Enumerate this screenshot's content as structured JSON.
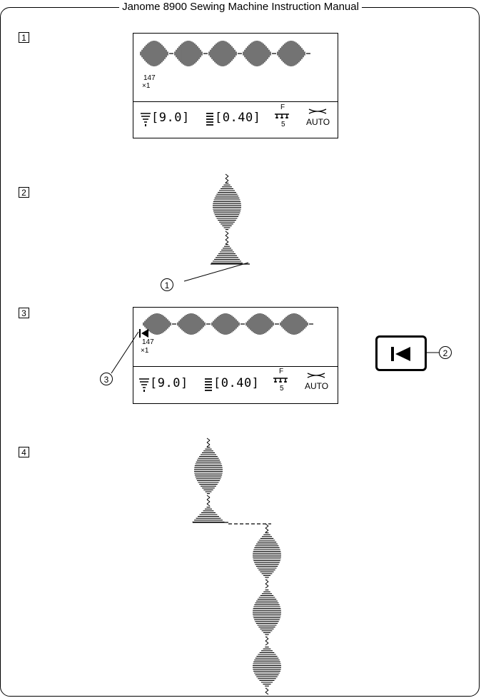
{
  "header": {
    "title": "Janome 8900 Sewing Machine Instruction Manual"
  },
  "steps": [
    "1",
    "2",
    "3",
    "4"
  ],
  "lcd": {
    "stitch_number": "147",
    "multiplier": "×1",
    "width_value": "[9.0]",
    "length_value": "[0.40]",
    "foot_letter": "F",
    "tension_value": "5",
    "auto_label": "AUTO"
  },
  "callouts": [
    "1",
    "2",
    "3"
  ],
  "icons": {
    "width": "zigzag-width-icon",
    "length": "stitch-length-icon",
    "foot": "presser-foot-icon",
    "auto": "auto-lock-icon",
    "restart": "restart-start-icon"
  }
}
